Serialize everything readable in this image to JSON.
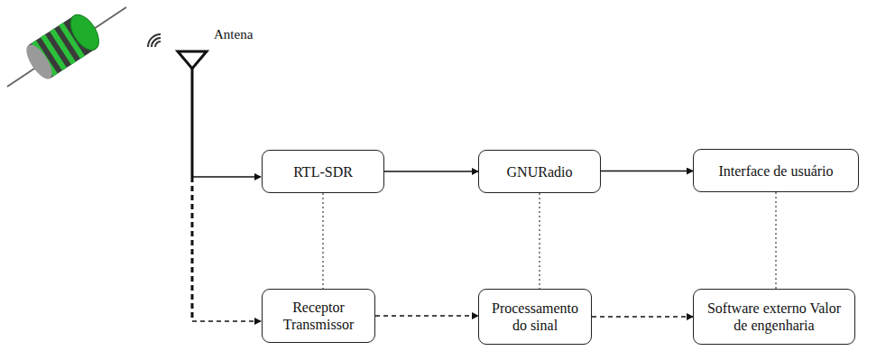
{
  "diagram": {
    "nodes": [
      {
        "text": [
          "RTL-SDR"
        ]
      },
      {
        "text": [
          "GNURadio"
        ]
      },
      {
        "text": [
          "Interface de usuário"
        ]
      },
      {
        "text": [
          "Receptor Transmissor"
        ]
      },
      {
        "text": [
          "Processamento do sinal"
        ]
      },
      {
        "text": [
          "Software externo Valor de engenharia"
        ]
      }
    ],
    "edges": [
      {
        "from": 0,
        "to": 1,
        "arrow": "to"
      },
      {
        "from": 1,
        "to": 2,
        "arrow": "to"
      },
      {
        "from": 3,
        "to": 4,
        "arrow": "to"
      },
      {
        "from": 4,
        "to": 5,
        "arrow": "to"
      },
      {
        "from": 0,
        "to": 3,
        "arrow": "none"
      },
      {
        "from": 1,
        "to": 4,
        "arrow": "none"
      },
      {
        "from": 2,
        "to": 5,
        "arrow": "none"
      }
    ],
    "labels": [
      "Antena"
    ]
  }
}
